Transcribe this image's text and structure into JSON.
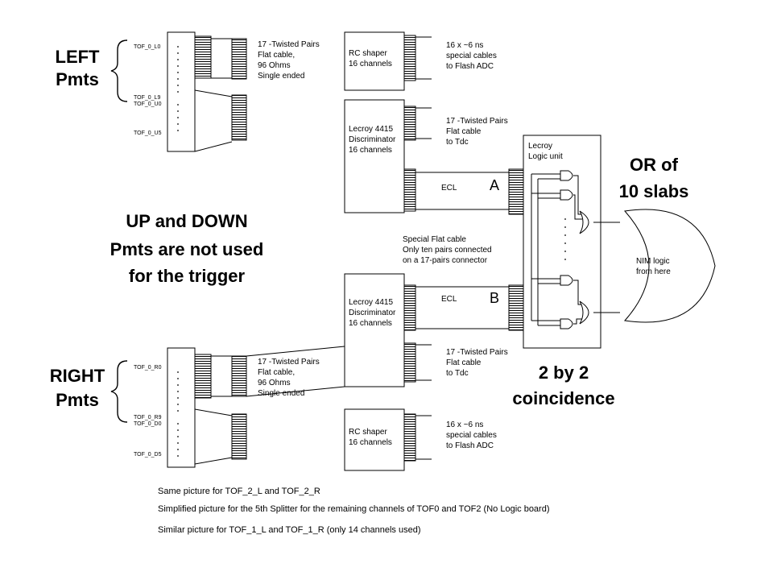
{
  "groups": {
    "left": [
      "LEFT",
      "Pmts"
    ],
    "right": [
      "RIGHT",
      "Pmts"
    ],
    "updown": [
      "UP and DOWN",
      "Pmts are not used",
      "for the trigger"
    ],
    "or_slabs": [
      "OR of",
      "10 slabs"
    ],
    "coincidence": [
      "2 by 2",
      "coincidence"
    ]
  },
  "connectors": {
    "left_top": "TOF_0_L0",
    "left_mid_a": "TOF_0_L9",
    "left_mid_b": "TOF_0_U0",
    "left_bottom": "TOF_0_U5",
    "right_top": "TOF_0_R0",
    "right_mid_a": "TOF_0_R9",
    "right_mid_b": "TOF_0_D0",
    "right_bottom": "TOF_0_D5"
  },
  "cables": {
    "twisted_top": [
      "17 -Twisted Pairs",
      "Flat cable,",
      "96 Ohms",
      "Single ended"
    ],
    "twisted_bottom": [
      "17 -Twisted Pairs",
      "Flat cable,",
      "96 Ohms",
      "Single ended"
    ],
    "special_top": [
      "16 x ~6 ns",
      "special cables",
      "to Flash ADC"
    ],
    "special_bottom": [
      "16 x ~6 ns",
      "special cables",
      "to Flash ADC"
    ],
    "tdc_top": [
      "17 -Twisted Pairs",
      "Flat cable",
      "to Tdc"
    ],
    "tdc_bottom": [
      "17 -Twisted Pairs",
      "Flat cable",
      "to Tdc"
    ],
    "special_flat": [
      "Special Flat cable",
      "Only ten pairs connected",
      "on a 17-pairs connector"
    ]
  },
  "boxes": {
    "rc_top": [
      "RC shaper",
      "16 channels"
    ],
    "rc_bottom": [
      "RC shaper",
      "16 channels"
    ],
    "disc_top": [
      "Lecroy 4415",
      "Discriminator",
      "16 channels"
    ],
    "disc_bottom": [
      "Lecroy 4415",
      "Discriminator",
      "16 channels"
    ],
    "logic": [
      "Lecroy",
      "Logic unit"
    ],
    "nim": [
      "NIM logic",
      "from here"
    ]
  },
  "signals": {
    "ecl_a": "ECL",
    "ecl_b": "ECL",
    "label_a": "A",
    "label_b": "B"
  },
  "notes": [
    "Same picture for TOF_2_L   and  TOF_2_R",
    "Simplified picture for the 5th Splitter for the remaining channels of TOF0 and TOF2 (No Logic board)",
    "Similar picture for TOF_1_L   and  TOF_1_R (only 14 channels used)"
  ]
}
